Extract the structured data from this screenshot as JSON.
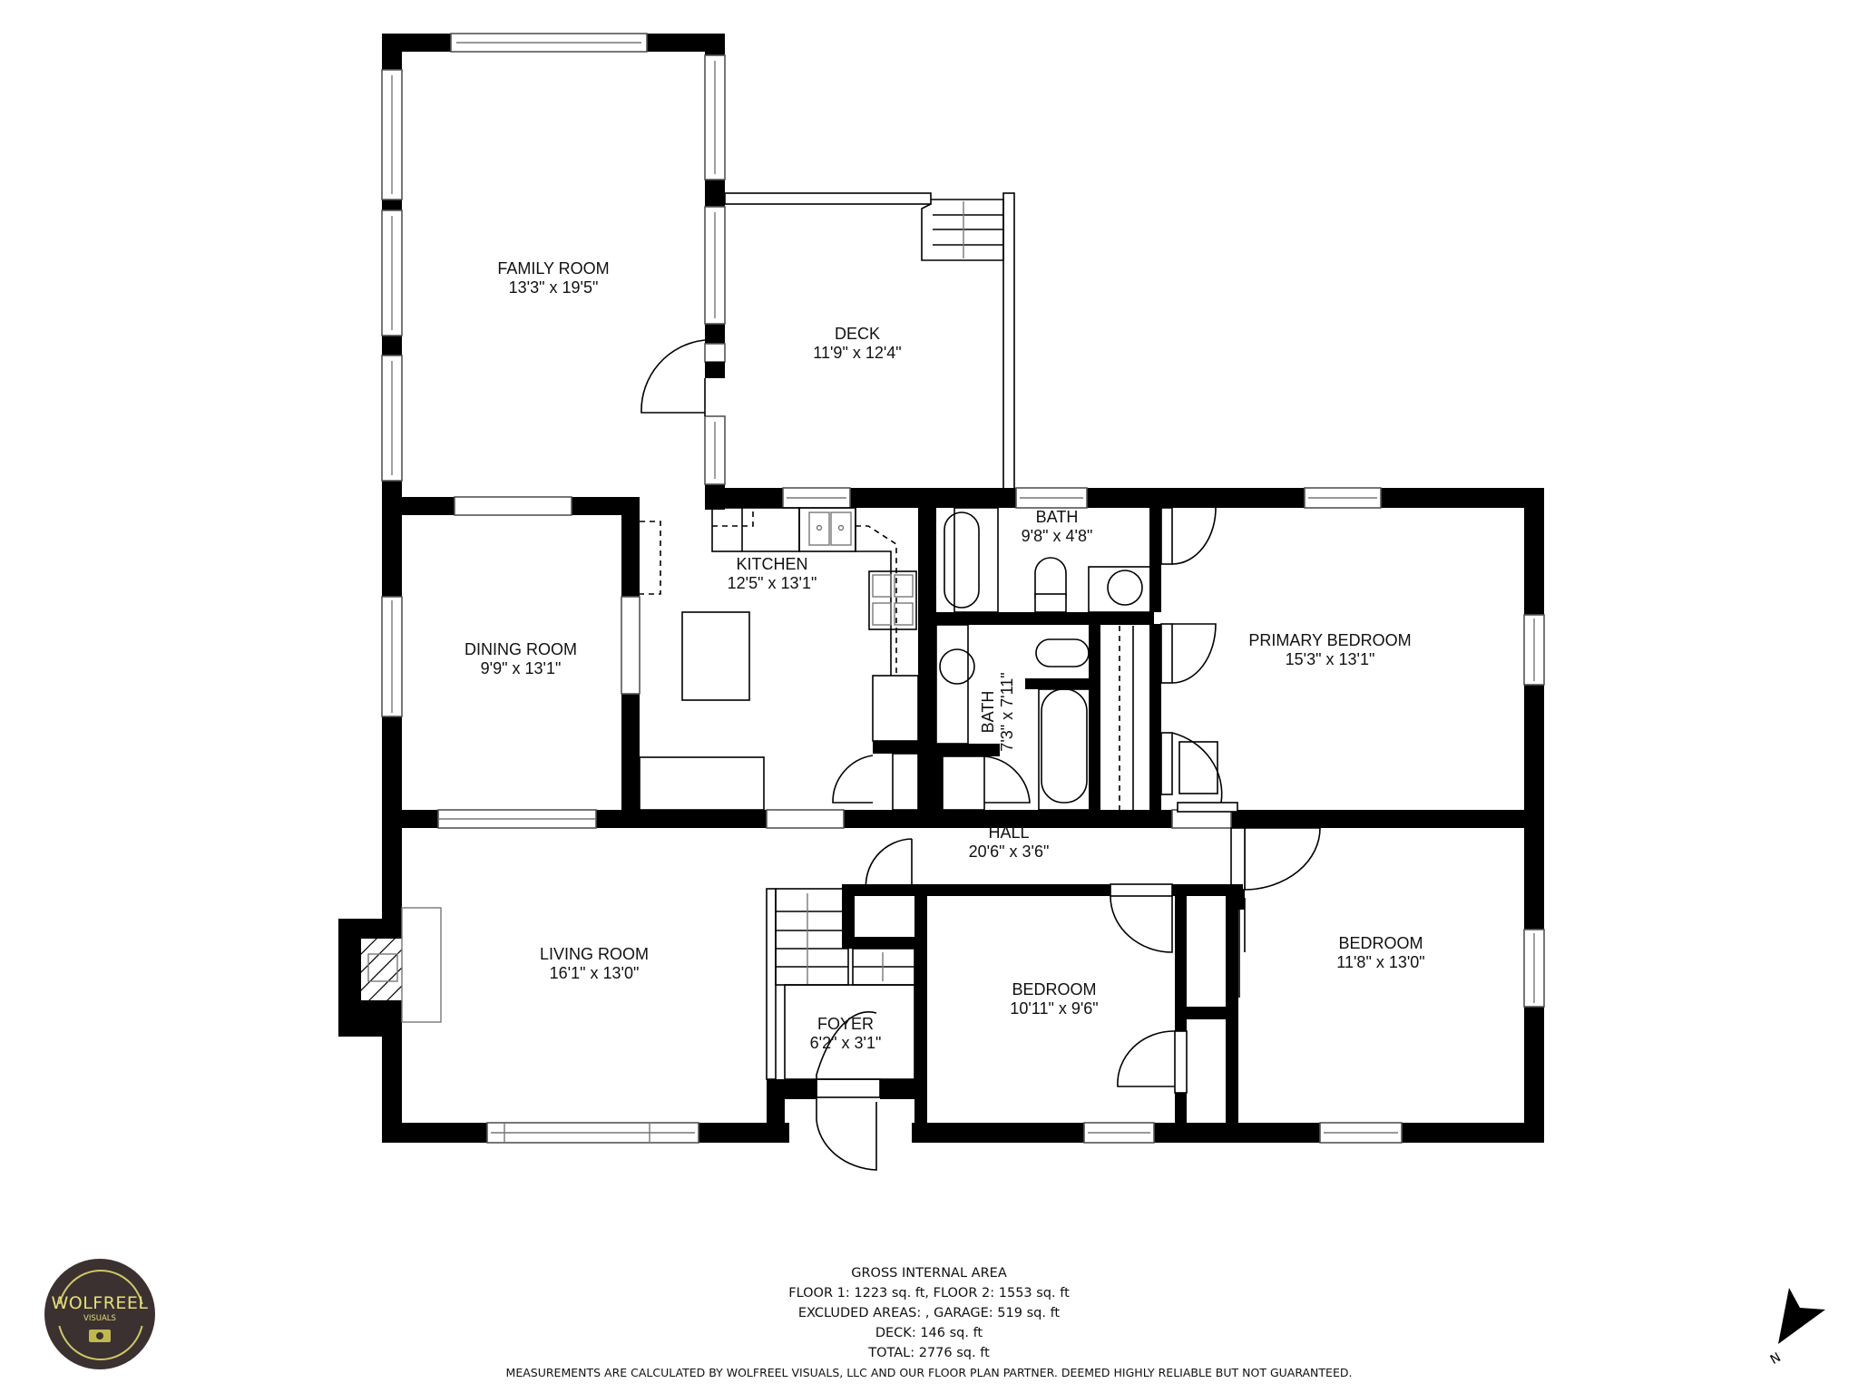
{
  "rooms": {
    "family_room": {
      "name": "FAMILY ROOM",
      "dims": "13'3\" x 19'5\""
    },
    "deck": {
      "name": "DECK",
      "dims": "11'9\" x 12'4\""
    },
    "kitchen": {
      "name": "KITCHEN",
      "dims": "12'5\" x 13'1\""
    },
    "dining_room": {
      "name": "DINING ROOM",
      "dims": "9'9\" x 13'1\""
    },
    "bath_1": {
      "name": "BATH",
      "dims": "9'8\" x 4'8\""
    },
    "bath_2": {
      "name": "BATH",
      "dims": "7'3\" x 7'11\""
    },
    "primary_bedroom": {
      "name": "PRIMARY BEDROOM",
      "dims": "15'3\" x 13'1\""
    },
    "hall": {
      "name": "HALL",
      "dims": "20'6\" x 3'6\""
    },
    "living_room": {
      "name": "LIVING ROOM",
      "dims": "16'1\" x 13'0\""
    },
    "foyer": {
      "name": "FOYER",
      "dims": "6'2\" x 3'1\""
    },
    "bedroom_1": {
      "name": "BEDROOM",
      "dims": "10'11\" x 9'6\""
    },
    "bedroom_2": {
      "name": "BEDROOM",
      "dims": "11'8\" x 13'0\""
    }
  },
  "summary": {
    "title": "GROSS INTERNAL AREA",
    "floors": "FLOOR 1: 1223 sq. ft, FLOOR 2: 1553 sq. ft",
    "excluded": "EXCLUDED AREAS: , GARAGE: 519 sq. ft",
    "deck": "DECK: 146 sq. ft",
    "total": "TOTAL: 2776 sq. ft",
    "disclaimer": "MEASUREMENTS ARE CALCULATED BY WOLFREEL VISUALS, LLC AND OUR FLOOR PLAN PARTNER. DEEMED HIGHLY RELIABLE BUT NOT GUARANTEED."
  },
  "logo": {
    "brand": "WOLFREEL",
    "sub": "VISUALS",
    "bg_color": "#3b3130",
    "accent_color": "#e6df7a"
  },
  "compass": {
    "label": "N",
    "icon": "north-arrow-icon"
  }
}
